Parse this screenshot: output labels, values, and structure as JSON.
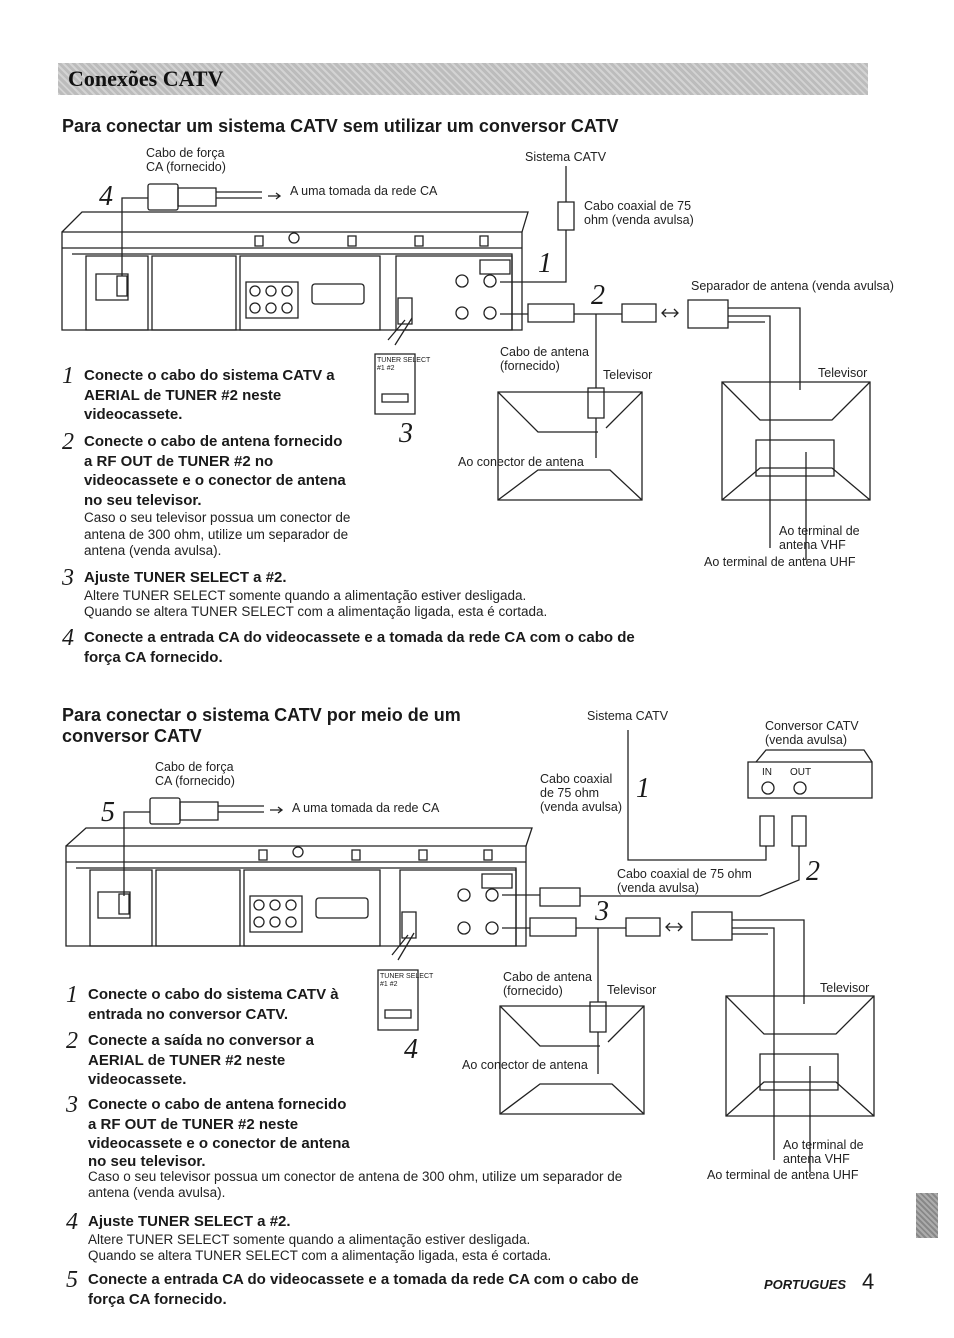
{
  "banner_title": "Conexões CATV",
  "section1": {
    "heading": "Para conectar um sistema CATV sem utilizar um conversor CATV",
    "labels": {
      "power_cord_1": "Cabo de força",
      "power_cord_2": "CA (fornecido)",
      "outlet": "A uma tomada da rede CA",
      "catv_system": "Sistema CATV",
      "coax_1": "Cabo coaxial de 75",
      "coax_2": "ohm (venda avulsa)",
      "splitter": "Separador de antena (venda avulsa)",
      "ant_cable_1": "Cabo de antena",
      "ant_cable_2": "(fornecido)",
      "tv_left": "Televisor",
      "tv_right": "Televisor",
      "ant_connector": "Ao conector de antena",
      "vhf_1": "Ao terminal de",
      "vhf_2": "antena VHF",
      "uhf": "Ao terminal de antena UHF",
      "tuner_select": "TUNER SELECT",
      "tuner_pos": "#1  #2"
    },
    "callouts": [
      "4",
      "1",
      "2",
      "3"
    ],
    "steps": [
      {
        "num": "1",
        "lines": [
          "Conecte o cabo do sistema CATV a",
          "AERIAL de TUNER #2 neste",
          "videocassete."
        ]
      },
      {
        "num": "2",
        "lines": [
          "Conecte o cabo de antena fornecido",
          "a RF OUT de TUNER #2 no",
          "videocassete e o conector de antena",
          "no seu televisor."
        ],
        "note": [
          "Caso o seu televisor possua um conector de",
          "antena de 300 ohm, utilize um separador de",
          "antena (venda avulsa)."
        ]
      },
      {
        "num": "3",
        "lines": [
          "Ajuste TUNER SELECT a #2."
        ],
        "note": [
          "Altere TUNER SELECT somente quando a alimentação estiver desligada.",
          "Quando se altera TUNER SELECT com a alimentação ligada, esta é cortada."
        ]
      },
      {
        "num": "4",
        "lines": [
          "Conecte a entrada CA do videocassete e a tomada da rede CA com o cabo de",
          "força CA fornecido."
        ]
      }
    ]
  },
  "section2": {
    "heading_1": "Para conectar o sistema CATV por meio de um",
    "heading_2": "conversor CATV",
    "labels": {
      "power_cord_1": "Cabo de força",
      "power_cord_2": "CA (fornecido)",
      "outlet": "A uma tomada da rede CA",
      "catv_system": "Sistema CATV",
      "converter_1": "Conversor CATV",
      "converter_2": "(venda avulsa)",
      "conv_in": "IN",
      "conv_out": "OUT",
      "coax_1": "Cabo coaxial",
      "coax_2": "de 75 ohm",
      "coax_3": "(venda avulsa)",
      "coax2_1": "Cabo coaxial de 75 ohm",
      "coax2_2": "(venda avulsa)",
      "ant_cable_1": "Cabo de antena",
      "ant_cable_2": "(fornecido)",
      "tv_left": "Televisor",
      "tv_right": "Televisor",
      "ant_connector": "Ao conector de antena",
      "vhf_1": "Ao terminal de",
      "vhf_2": "antena VHF",
      "uhf": "Ao terminal de antena UHF",
      "tuner_select": "TUNER SELECT",
      "tuner_pos": "#1  #2"
    },
    "callouts": [
      "5",
      "1",
      "2",
      "3",
      "4"
    ],
    "steps": [
      {
        "num": "1",
        "lines": [
          "Conecte o cabo do sistema CATV à",
          "entrada no conversor CATV."
        ]
      },
      {
        "num": "2",
        "lines": [
          "Conecte a saída no conversor a",
          "AERIAL de TUNER #2 neste",
          "videocassete."
        ]
      },
      {
        "num": "3",
        "lines": [
          "Conecte o cabo de antena fornecido",
          "a RF OUT de TUNER #2 neste",
          "videocassete e o conector de antena",
          "no seu televisor."
        ],
        "note": [
          "Caso o seu televisor possua um conector de antena de 300 ohm, utilize um separador de",
          "antena (venda avulsa)."
        ]
      },
      {
        "num": "4",
        "lines": [
          "Ajuste TUNER SELECT a #2."
        ],
        "note": [
          "Altere TUNER SELECT somente quando a alimentação estiver desligada.",
          "Quando se altera TUNER SELECT com a alimentação ligada, esta é cortada."
        ]
      },
      {
        "num": "5",
        "lines": [
          "Conecte a entrada CA do videocassete e a tomada da rede CA com o cabo de",
          "força CA fornecido."
        ]
      }
    ]
  },
  "footer": {
    "language": "PORTUGUES",
    "page": "4"
  }
}
